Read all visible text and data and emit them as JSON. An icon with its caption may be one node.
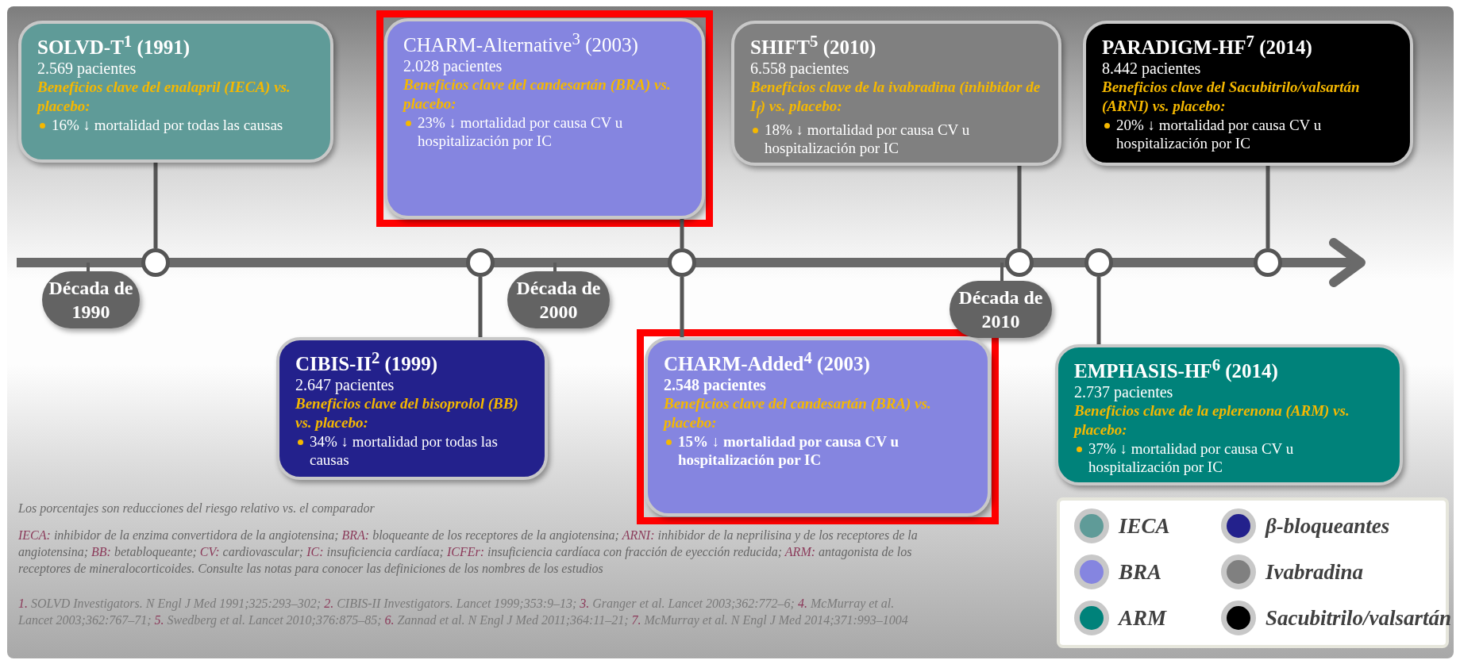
{
  "diagram": {
    "nodes": [
      {
        "text": [
          "SOLVD-T$^{1}$ (1991)",
          "2.569 pacientes",
          "Beneficios clave del enalapril (IECA) vs. placebo:",
          "16% ↓ mortalidad por todas las causas"
        ]
      },
      {
        "text": [
          "CHARM-Alternative$^{3}$ (2003)",
          "2.028 pacientes",
          "Beneficios clave del candesartán (BRA) vs. placebo:",
          "23% ↓ mortalidad por causa CV u hospitalización por IC"
        ]
      },
      {
        "text": [
          "SHIFT$^{5}$ (2010)",
          "6.558 pacientes",
          "Beneficios clave de la ivabradina (inhibidor de I$_{f}$) vs.  placebo:",
          "18% ↓ mortalidad por causa CV u hospitalización por IC"
        ]
      },
      {
        "text": [
          "PARADIGM-HF$^{7}$ (2014)",
          "8.442 pacientes",
          "Beneficios clave del Sacubitrilo/valsartán (ARNI) vs. placebo:",
          "20% ↓ mortalidad por causa CV u hospitalización por IC"
        ]
      },
      {
        "text": [],
        "shape": "circle"
      },
      {
        "text": [],
        "shape": "circle"
      },
      {
        "text": [],
        "shape": "circle"
      },
      {
        "text": [],
        "shape": "circle"
      },
      {
        "text": [],
        "shape": "circle"
      },
      {
        "text": [],
        "shape": "circle"
      },
      {
        "text": [
          "Década de 1990"
        ]
      },
      {
        "text": [
          "Década de 2000"
        ]
      },
      {
        "text": [
          "Década de 2010"
        ]
      },
      {
        "text": [
          "CIBIS-II$^{2}$ (1999)",
          "2.647 pacientes",
          "Beneficios clave del bisoprolol (BB) vs. placebo:",
          "34% ↓ mortalidad por todas las causas"
        ]
      },
      {
        "text": [
          "CHARM-Added$^{4}$ (2003)",
          "2.548 pacientes",
          "Beneficios clave del candesartán (BRA) vs. placebo:",
          "15% ↓ mortalidad por causa CV u hospitalización por IC"
        ]
      },
      {
        "text": [
          "EMPHASIS-HF$^{6}$ (2014)",
          "2.737 pacientes",
          "Beneficios clave de la eplerenona (ARM) vs. placebo:",
          "37% ↓ mortalidad por causa CV u hospitalización por IC"
        ]
      }
    ],
    "edges": [
      {
        "from": 0,
        "to": 4,
        "arrow": "none"
      },
      {
        "from": 1,
        "to": 6,
        "arrow": "none"
      },
      {
        "from": 2,
        "to": 7,
        "arrow": "none"
      },
      {
        "from": 3,
        "to": 9,
        "arrow": "none"
      },
      {
        "from": 13,
        "to": 5,
        "arrow": "none"
      },
      {
        "from": 14,
        "to": 6,
        "arrow": "none"
      },
      {
        "from": 15,
        "to": 8,
        "arrow": "none"
      }
    ],
    "labels": [
      "Los porcentajes son reducciones del riesgo relativo vs. el comparador",
      "**IECA:** inhibidor de la enzima convertidora de la angiotensina; **BRA:** bloqueante de los receptores de la angiotensina; **ARNI:** inhibidor de la neprilisina y de los receptores de la angiotensina; **BB:** betabloqueante; **CV:** cardiovascular; **IC:** insuficiencia cardíaca; **ICFEr:** insuficiencia cardíaca con fracción de eyección reducida; **ARM:** antagonista de los receptores de mineralocorticoides. Consulte las notas para conocer las definiciones de los nombres de los estudios",
      "**1.** SOLVD Investigators. N Engl J Med 1991;325:293–302; **2.** CIBIS-II Investigators. Lancet 1999;353:9–13; **3.** Granger et al. Lancet 2003;362:772–6; **4.** McMurray et al. Lancet 2003;362:767–71; **5.** Swedberg et al. Lancet 2010;376:875–85; **6.** Zannad et al. N Engl J Med 2011;364:11–21; **7.** McMurray et al. N Engl J Med 2014;371:993–1004"
    ],
    "legend": [
      {
        "text": "IECA",
        "color": "#5f9b98"
      },
      {
        "text": "β-bloqueantes",
        "color": "#23218c"
      },
      {
        "text": "BRA",
        "color": "#8585e0"
      },
      {
        "text": "Ivabradina",
        "color": "#808080"
      },
      {
        "text": "ARM",
        "color": "#00827a"
      },
      {
        "text": "Sacubitrilo/valsartán",
        "color": "#000000"
      }
    ]
  }
}
